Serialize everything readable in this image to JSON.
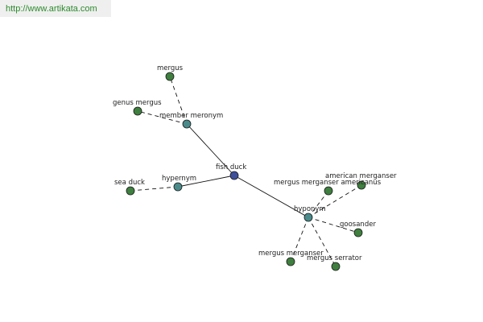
{
  "header": {
    "url": "http://www.artikata.com"
  },
  "colors": {
    "root": "#3d4f9a",
    "relation": "#4a8a8a",
    "leaf": "#3f7f3f",
    "url_text": "#2d8a2d",
    "url_bg": "#efefef"
  },
  "graph": {
    "nodes": [
      {
        "id": "fish-duck",
        "label": "fish duck",
        "kind": "root"
      },
      {
        "id": "member-meronym",
        "label": "member meronym",
        "kind": "relation"
      },
      {
        "id": "hypernym",
        "label": "hypernym",
        "kind": "relation"
      },
      {
        "id": "hyponym",
        "label": "hyponym",
        "kind": "relation"
      },
      {
        "id": "mergus",
        "label": "mergus",
        "kind": "leaf"
      },
      {
        "id": "genus-mergus",
        "label": "genus mergus",
        "kind": "leaf"
      },
      {
        "id": "sea-duck",
        "label": "sea duck",
        "kind": "leaf"
      },
      {
        "id": "mergus-merganser-americanus",
        "label": "mergus merganser americanus",
        "kind": "leaf"
      },
      {
        "id": "american-merganser",
        "label": "american merganser",
        "kind": "leaf"
      },
      {
        "id": "goosander",
        "label": "goosander",
        "kind": "leaf"
      },
      {
        "id": "mergus-merganser",
        "label": "mergus merganser",
        "kind": "leaf"
      },
      {
        "id": "mergus-serrator",
        "label": "mergus serrator",
        "kind": "leaf"
      }
    ],
    "edges": [
      {
        "from": "fish-duck",
        "to": "member-meronym",
        "style": "solid"
      },
      {
        "from": "fish-duck",
        "to": "hypernym",
        "style": "solid"
      },
      {
        "from": "fish-duck",
        "to": "hyponym",
        "style": "solid"
      },
      {
        "from": "member-meronym",
        "to": "mergus",
        "style": "dashed"
      },
      {
        "from": "member-meronym",
        "to": "genus-mergus",
        "style": "dashed"
      },
      {
        "from": "hypernym",
        "to": "sea-duck",
        "style": "dashed"
      },
      {
        "from": "hyponym",
        "to": "mergus-merganser-americanus",
        "style": "dashed"
      },
      {
        "from": "hyponym",
        "to": "american-merganser",
        "style": "dashed"
      },
      {
        "from": "hyponym",
        "to": "goosander",
        "style": "dashed"
      },
      {
        "from": "hyponym",
        "to": "mergus-merganser",
        "style": "dashed"
      },
      {
        "from": "hyponym",
        "to": "mergus-serrator",
        "style": "dashed"
      }
    ]
  }
}
